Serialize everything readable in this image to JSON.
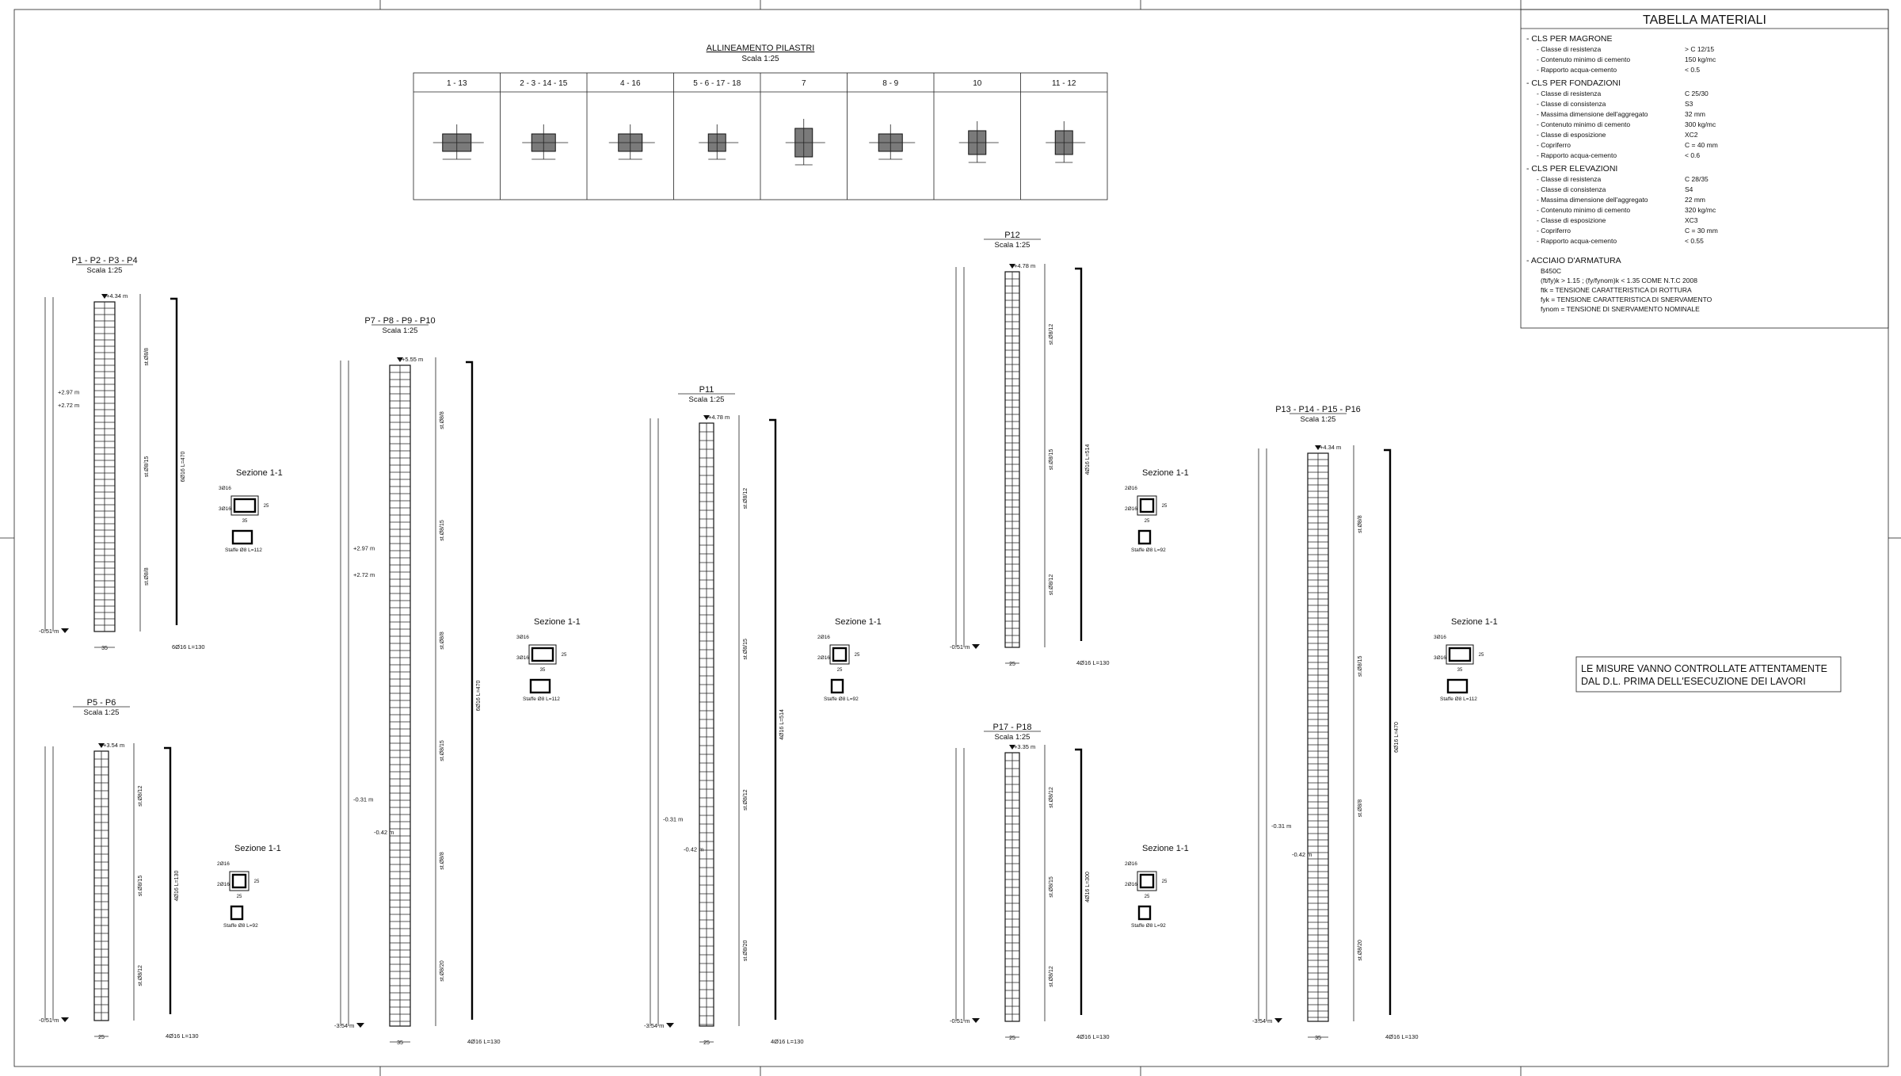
{
  "alignment_table": {
    "title": "ALLINEAMENTO PILASTRI",
    "scale": "Scala 1:25",
    "columns": [
      {
        "label": "1 - 13"
      },
      {
        "label": "2 - 3 - 14 - 15"
      },
      {
        "label": "4 - 16"
      },
      {
        "label": "5 - 6 - 17 - 18"
      },
      {
        "label": "7"
      },
      {
        "label": "8 - 9"
      },
      {
        "label": "10"
      },
      {
        "label": "11 - 12"
      }
    ]
  },
  "materials": {
    "title": "TABELLA MATERIALI",
    "sections": [
      {
        "heading": "- CLS PER MAGRONE",
        "rows": [
          {
            "k": "- Classe di resistenza",
            "v": "> C 12/15"
          },
          {
            "k": "- Contenuto minimo di cemento",
            "v": "150 kg/mc"
          },
          {
            "k": "- Rapporto acqua-cemento",
            "v": "< 0.5"
          }
        ]
      },
      {
        "heading": "- CLS PER FONDAZIONI",
        "rows": [
          {
            "k": "- Classe di resistenza",
            "v": "C 25/30"
          },
          {
            "k": "- Classe di consistenza",
            "v": "S3"
          },
          {
            "k": "- Massima dimensione dell'aggregato",
            "v": "32 mm"
          },
          {
            "k": "- Contenuto minimo di cemento",
            "v": "300 kg/mc"
          },
          {
            "k": "- Classe di esposizione",
            "v": "XC2"
          },
          {
            "k": "- Copriferro",
            "v": "C = 40 mm"
          },
          {
            "k": "- Rapporto acqua-cemento",
            "v": "< 0.6"
          }
        ]
      },
      {
        "heading": "- CLS PER ELEVAZIONI",
        "rows": [
          {
            "k": "- Classe di resistenza",
            "v": "C 28/35"
          },
          {
            "k": "- Classe di consistenza",
            "v": "S4"
          },
          {
            "k": "- Massima dimensione dell'aggregato",
            "v": "22 mm"
          },
          {
            "k": "- Contenuto minimo di cemento",
            "v": "320 kg/mc"
          },
          {
            "k": "- Classe di esposizione",
            "v": "XC3"
          },
          {
            "k": "- Copriferro",
            "v": "C = 30 mm"
          },
          {
            "k": "- Rapporto acqua-cemento",
            "v": "< 0.55"
          }
        ]
      }
    ],
    "steel": {
      "heading": "- ACCIAIO D'ARMATURA",
      "lines": [
        "B450C",
        "(ft/fy)k > 1.15 ; (fy/fynom)k < 1.35 COME N.T.C 2008",
        "ftk = TENSIONE CARATTERISTICA DI ROTTURA",
        "fyk = TENSIONE CARATTERISTICA DI SNERVAMENTO",
        "fynom = TENSIONE DI SNERVAMENTO NOMINALE"
      ]
    }
  },
  "note": {
    "line1": "LE MISURE VANNO CONTROLLATE ATTENTAMENTE",
    "line2": "DAL D.L. PRIMA DELL'ESECUZIONE DEI LAVORI"
  },
  "pillars": [
    {
      "title": "P1 - P2 - P3 - P4",
      "scale": "Scala 1:25",
      "top": "+4.34 m",
      "bottom": "-0.51 m",
      "mid1": "+2.97 m",
      "mid2": "+2.72 m",
      "width": "35",
      "bars": "6Ø16 L=130",
      "stirrups": [
        "st.Ø8/8",
        "st.Ø8/15",
        "st.Ø8/8"
      ],
      "long_bars": "6Ø16 L=470"
    },
    {
      "title": "P5 - P6",
      "scale": "Scala 1:25",
      "top": "+3.54 m",
      "bottom": "-0.51 m",
      "width": "25",
      "bars": "4Ø16 L=130",
      "stirrups": [
        "st.Ø8/12",
        "st.Ø8/15",
        "st.Ø8/12"
      ],
      "long_bars": "4Ø16 L=130"
    },
    {
      "title": "P7 - P8 - P9 - P10",
      "scale": "Scala 1:25",
      "top": "+5.55 m",
      "bottom": "-3.54 m",
      "mid1": "+2.97 m",
      "mid2": "+2.72 m",
      "mid3": "-0.31 m",
      "mid4": "-0.42 m",
      "width": "35",
      "bars": "4Ø16 L=130",
      "stirrups": [
        "st.Ø8/8",
        "st.Ø8/15",
        "st.Ø8/8",
        "st.Ø8/15",
        "st.Ø8/8",
        "st.Ø8/20"
      ],
      "long_bars": "6Ø16 L=470"
    },
    {
      "title": "P11",
      "scale": "Scala 1:25",
      "top": "+4.78 m",
      "bottom": "-3.54 m",
      "mid3": "-0.31 m",
      "mid4": "-0.42 m",
      "width": "25",
      "bars": "4Ø16 L=130",
      "stirrups": [
        "st.Ø8/12",
        "st.Ø8/15",
        "st.Ø8/12",
        "st.Ø8/20"
      ],
      "long_bars": "4Ø16 L=514"
    },
    {
      "title": "P12",
      "scale": "Scala 1:25",
      "top": "+4.78 m",
      "bottom": "-0.51 m",
      "width": "25",
      "bars": "4Ø16 L=130",
      "stirrups": [
        "st.Ø8/12",
        "st.Ø8/15",
        "st.Ø8/12"
      ],
      "long_bars": "4Ø16 L=514"
    },
    {
      "title": "P17 - P18",
      "scale": "Scala 1:25",
      "top": "+3.35 m",
      "bottom": "-0.51 m",
      "width": "25",
      "bars": "4Ø16 L=130",
      "stirrups": [
        "st.Ø8/12",
        "st.Ø8/15",
        "st.Ø8/12"
      ],
      "long_bars": "4Ø16 L=300"
    },
    {
      "title": "P13 - P14 - P15 - P16",
      "scale": "Scala 1:25",
      "top": "+4.34 m",
      "bottom": "-3.54 m",
      "mid3": "-0.31 m",
      "mid4": "-0.42 m",
      "width": "35",
      "bars": "4Ø16 L=130",
      "stirrups": [
        "st.Ø8/8",
        "st.Ø8/15",
        "st.Ø8/8",
        "st.Ø8/20"
      ],
      "long_bars": "6Ø16 L=470"
    }
  ],
  "sections": [
    {
      "title": "Sezione 1-1",
      "top_bars": "3Ø16",
      "bot_bars": "3Ø16",
      "stirrup": "Staffe Ø8 L=112",
      "dim_w": "35",
      "dim_h": "25"
    },
    {
      "title": "Sezione 1-1",
      "top_bars": "2Ø16",
      "bot_bars": "2Ø16",
      "stirrup": "Staffe Ø8 L=92",
      "dim_w": "25",
      "dim_h": "25"
    },
    {
      "title": "Sezione 1-1",
      "top_bars": "3Ø16",
      "bot_bars": "3Ø16",
      "stirrup": "Staffe Ø8 L=112",
      "dim_w": "35",
      "dim_h": "25"
    },
    {
      "title": "Sezione 1-1",
      "top_bars": "2Ø16",
      "bot_bars": "2Ø16",
      "stirrup": "Staffe Ø8 L=92",
      "dim_w": "25",
      "dim_h": "25"
    },
    {
      "title": "Sezione 1-1",
      "top_bars": "2Ø16",
      "bot_bars": "2Ø16",
      "stirrup": "Staffe Ø8 L=92",
      "dim_w": "25",
      "dim_h": "25"
    },
    {
      "title": "Sezione 1-1",
      "top_bars": "2Ø16",
      "bot_bars": "2Ø16",
      "stirrup": "Staffe Ø8 L=92",
      "dim_w": "25",
      "dim_h": "25"
    },
    {
      "title": "Sezione 1-1",
      "top_bars": "3Ø16",
      "bot_bars": "3Ø16",
      "stirrup": "Staffe Ø8 L=112",
      "dim_w": "35",
      "dim_h": "25"
    }
  ]
}
